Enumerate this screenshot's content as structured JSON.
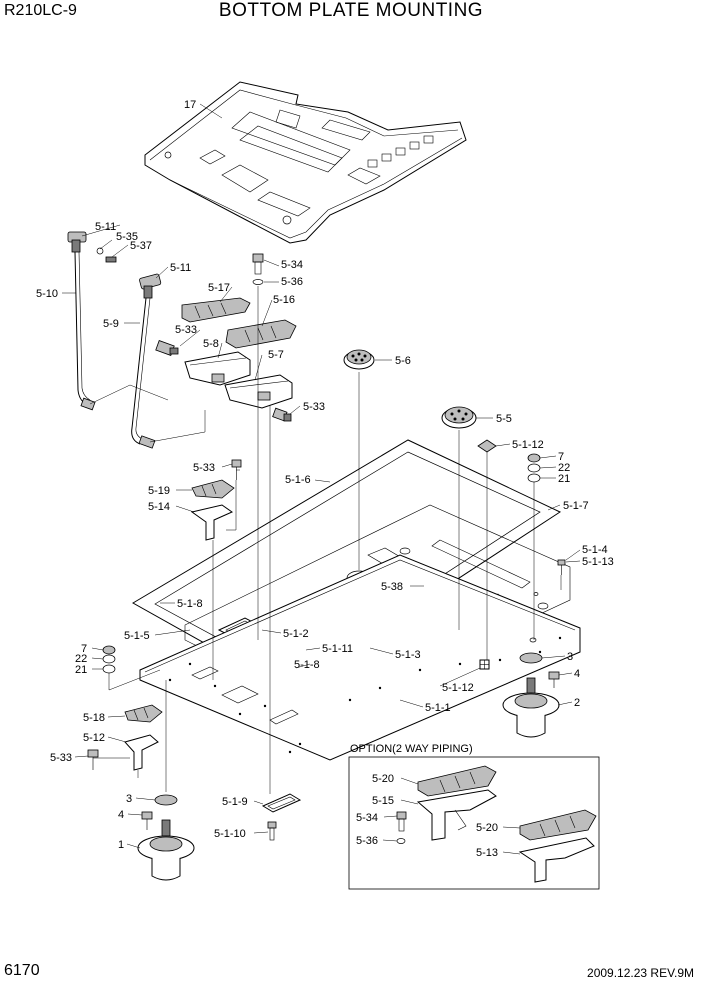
{
  "header": {
    "model": "R210LC-9",
    "title": "BOTTOM PLATE MOUNTING"
  },
  "footer": {
    "page": "6170",
    "revision": "2009.12.23  REV.9M"
  },
  "option_box": {
    "title": "OPTION(2 WAY PIPING)"
  },
  "labels": [
    {
      "id": "l17",
      "text": "17"
    },
    {
      "id": "l5_11a",
      "text": "5-11"
    },
    {
      "id": "l5_35",
      "text": "5-35"
    },
    {
      "id": "l5_37",
      "text": "5-37"
    },
    {
      "id": "l5_10",
      "text": "5-10"
    },
    {
      "id": "l5_11b",
      "text": "5-11"
    },
    {
      "id": "l5_9",
      "text": "5-9"
    },
    {
      "id": "l5_34a",
      "text": "5-34"
    },
    {
      "id": "l5_36a",
      "text": "5-36"
    },
    {
      "id": "l5_17",
      "text": "5-17"
    },
    {
      "id": "l5_16",
      "text": "5-16"
    },
    {
      "id": "l5_33a",
      "text": "5-33"
    },
    {
      "id": "l5_8",
      "text": "5-8"
    },
    {
      "id": "l5_7",
      "text": "5-7"
    },
    {
      "id": "l5_33b",
      "text": "5-33"
    },
    {
      "id": "l5_6",
      "text": "5-6"
    },
    {
      "id": "l5_5",
      "text": "5-5"
    },
    {
      "id": "l5_1_12a",
      "text": "5-1-12"
    },
    {
      "id": "l7a",
      "text": "7"
    },
    {
      "id": "l22a",
      "text": "22"
    },
    {
      "id": "l21a",
      "text": "21"
    },
    {
      "id": "l5_33c",
      "text": "5-33"
    },
    {
      "id": "l5_1_6",
      "text": "5-1-6"
    },
    {
      "id": "l5_1_7",
      "text": "5-1-7"
    },
    {
      "id": "l5_19",
      "text": "5-19"
    },
    {
      "id": "l5_14",
      "text": "5-14"
    },
    {
      "id": "l5_1_4",
      "text": "5-1-4"
    },
    {
      "id": "l5_1_13",
      "text": "5-1-13"
    },
    {
      "id": "l5_38",
      "text": "5-38"
    },
    {
      "id": "l5_1_8a",
      "text": "5-1-8"
    },
    {
      "id": "l5_1_5",
      "text": "5-1-5"
    },
    {
      "id": "l5_1_2",
      "text": "5-1-2"
    },
    {
      "id": "l5_1_11",
      "text": "5-1-11"
    },
    {
      "id": "l5_1_3",
      "text": "5-1-3"
    },
    {
      "id": "l5_1_8b",
      "text": "5-1-8"
    },
    {
      "id": "l7b",
      "text": "7"
    },
    {
      "id": "l22b",
      "text": "22"
    },
    {
      "id": "l21b",
      "text": "21"
    },
    {
      "id": "l3a",
      "text": "3"
    },
    {
      "id": "l4a",
      "text": "4"
    },
    {
      "id": "l5_1_12b",
      "text": "5-1-12"
    },
    {
      "id": "l2",
      "text": "2"
    },
    {
      "id": "l5_1_1",
      "text": "5-1-1"
    },
    {
      "id": "l5_18",
      "text": "5-18"
    },
    {
      "id": "l5_12",
      "text": "5-12"
    },
    {
      "id": "l5_33d",
      "text": "5-33"
    },
    {
      "id": "l3b",
      "text": "3"
    },
    {
      "id": "l4b",
      "text": "4"
    },
    {
      "id": "l1",
      "text": "1"
    },
    {
      "id": "l5_1_9",
      "text": "5-1-9"
    },
    {
      "id": "l5_1_10",
      "text": "5-1-10"
    },
    {
      "id": "l5_20a",
      "text": "5-20"
    },
    {
      "id": "l5_15",
      "text": "5-15"
    },
    {
      "id": "l5_34b",
      "text": "5-34"
    },
    {
      "id": "l5_36b",
      "text": "5-36"
    },
    {
      "id": "l5_20b",
      "text": "5-20"
    },
    {
      "id": "l5_13",
      "text": "5-13"
    }
  ]
}
